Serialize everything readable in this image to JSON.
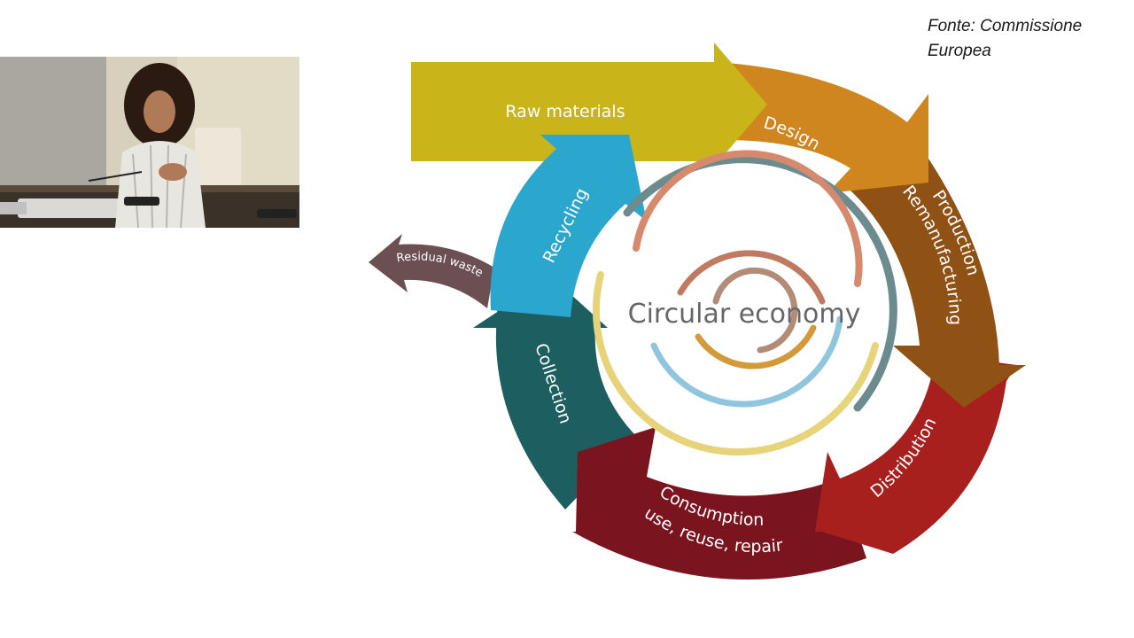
{
  "source": {
    "line1": "Fonte: Commissione",
    "line2": "Europea"
  },
  "diagram": {
    "center_label": "Circular economy",
    "stages": {
      "raw_materials": "Raw materials",
      "design": "Design",
      "production_line1": "Production",
      "production_line2": "Remanufacturing",
      "distribution": "Distribution",
      "consumption_line1": "Consumption",
      "consumption_line2": "use, reuse, repair",
      "collection": "Collection",
      "recycling": "Recycling",
      "residual_waste": "Residual waste"
    }
  },
  "colors": {
    "raw_materials": "#c9b41a",
    "design": "#d0861f",
    "production": "#9b5a16",
    "distribution": "#a8201e",
    "consumption": "#7a1520",
    "collection": "#1d5f60",
    "recycling": "#2ba6cc",
    "residual_waste": "#6b4f52"
  }
}
